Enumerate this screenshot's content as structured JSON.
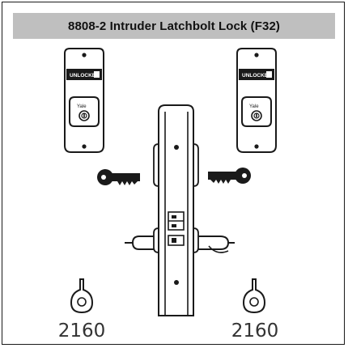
{
  "title": "8808-2 Intruder Latchbolt Lock (F32)",
  "escutcheon_indicator": {
    "text": "UNLOCKED",
    "brand": "Yale"
  },
  "trim_model": {
    "left": "2160",
    "right": "2160"
  },
  "colors": {
    "title_bg": "#bfbfbf",
    "line": "#1a1a1a",
    "indicator_bg": "#1a1a1a"
  }
}
